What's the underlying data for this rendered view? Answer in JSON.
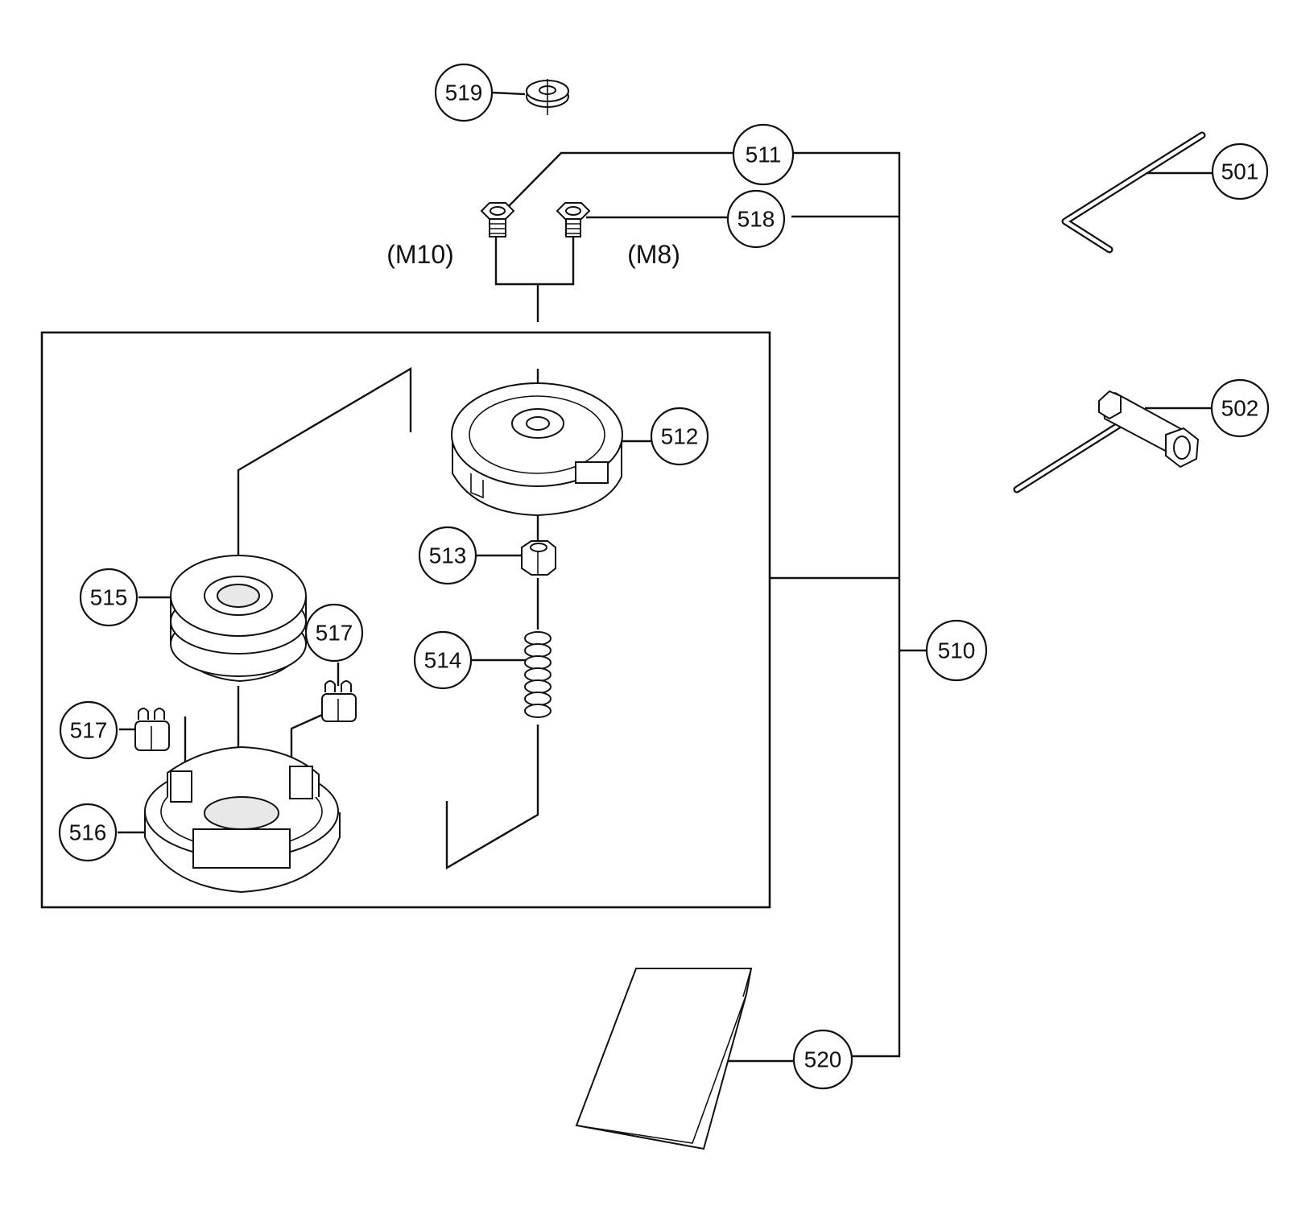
{
  "labels": {
    "c501": "501",
    "c502": "502",
    "c510": "510",
    "c511": "511",
    "c512": "512",
    "c513": "513",
    "c514": "514",
    "c515": "515",
    "c516": "516",
    "c517a": "517",
    "c517b": "517",
    "c518": "518",
    "c519": "519",
    "c520": "520"
  },
  "thread_sizes": {
    "left": "(M10)",
    "right": "(M8)"
  }
}
